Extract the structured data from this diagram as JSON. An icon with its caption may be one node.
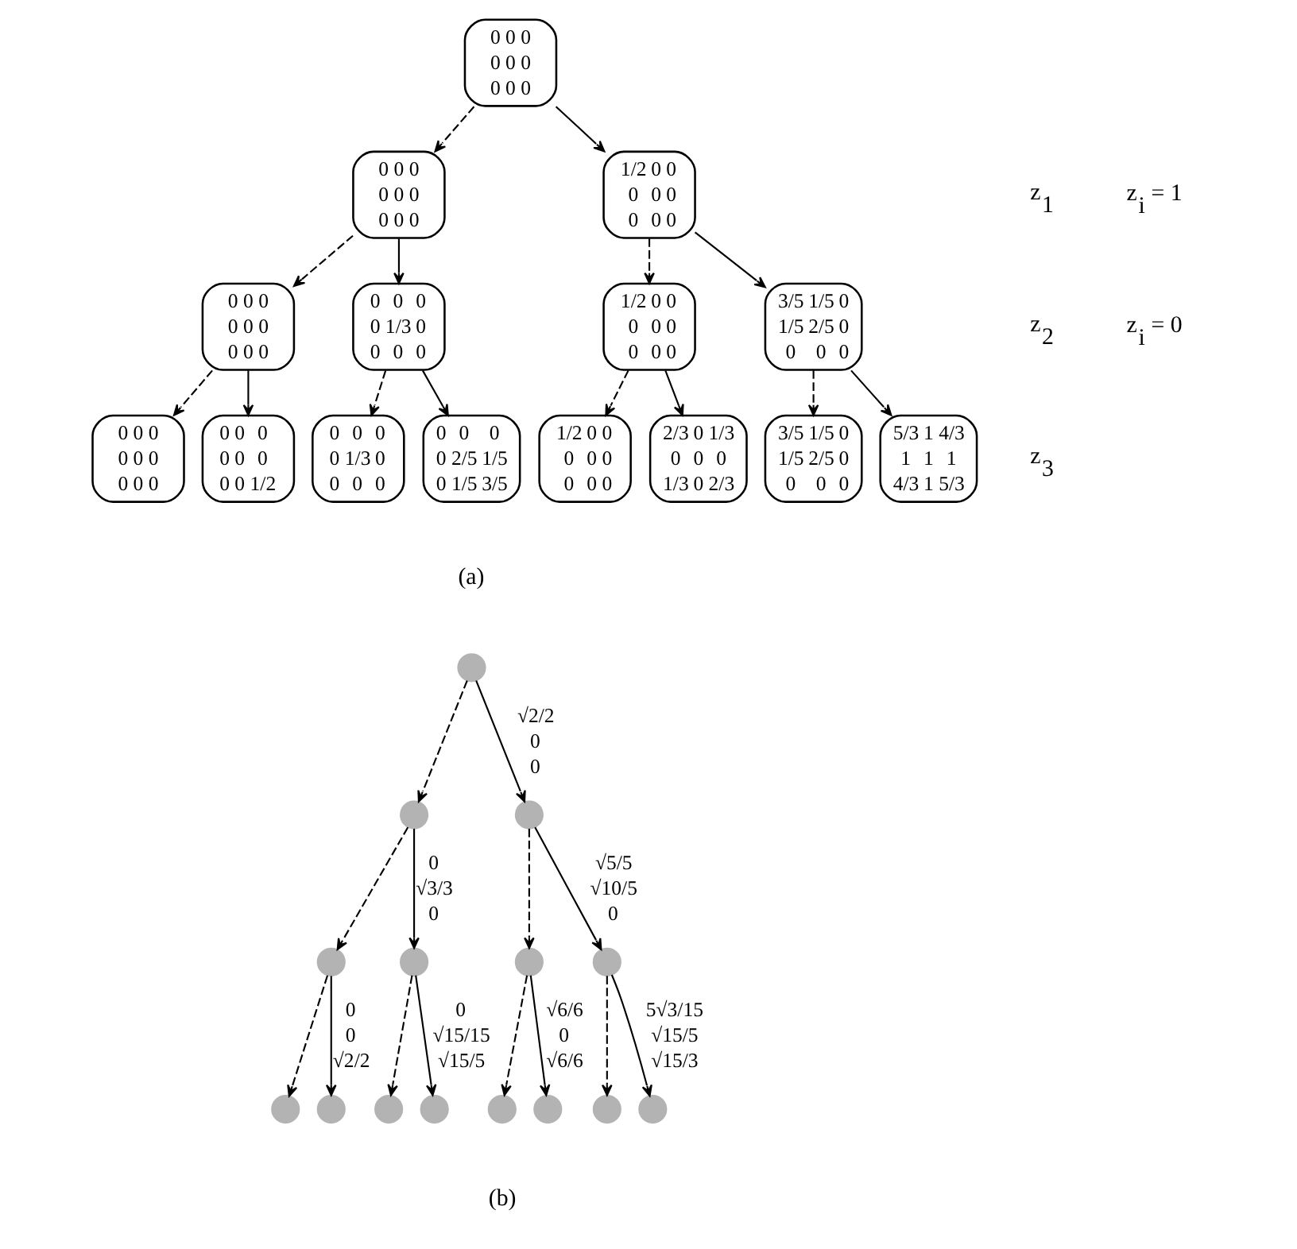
{
  "diagram": {
    "nodes": [
      {
        "text": [
          "0 0 0 0 0 0 0 0 0"
        ]
      },
      {
        "text": [
          "0 0 0 0 0 0 0 0 0"
        ]
      },
      {
        "text": [
          "1/2 0 0 0 0 0 0 0 0"
        ]
      },
      {
        "text": [
          "0 0 0 0 0 0 0 0 0"
        ]
      },
      {
        "text": [
          "0 0 0 0 1/3 0 0 0 0"
        ]
      },
      {
        "text": [
          "1/2 0 0 0 0 0 0 0 0"
        ]
      },
      {
        "text": [
          "3/5 1/5 0 1/5 2/5 0 0 0 0"
        ]
      },
      {
        "text": [
          "0 0 0 0 0 0 0 0 0"
        ]
      },
      {
        "text": [
          "0 0 0 0 0 0 0 0 1/2"
        ]
      },
      {
        "text": [
          "0 0 0 0 1/3 0 0 0 0"
        ]
      },
      {
        "text": [
          "0 0 0 0 2/5 1/5 0 1/5 3/5"
        ]
      },
      {
        "text": [
          "1/2 0 0 0 0 0 0 0 0"
        ]
      },
      {
        "text": [
          "2/3 0 1/3 0 0 0 1/3 0 2/3"
        ]
      },
      {
        "text": [
          "3/5 1/5 0 1/5 2/5 0 0 0 0"
        ]
      },
      {
        "text": [
          "5/3 1 4/3 1 1 1 4/3 1 5/3"
        ]
      },
      {
        "text": [],
        "shape": "circle"
      },
      {
        "text": [],
        "shape": "circle"
      },
      {
        "text": [],
        "shape": "circle"
      },
      {
        "text": [],
        "shape": "circle"
      },
      {
        "text": [],
        "shape": "circle"
      },
      {
        "text": [],
        "shape": "circle"
      },
      {
        "text": [],
        "shape": "circle"
      },
      {
        "text": [],
        "shape": "circle"
      },
      {
        "text": [],
        "shape": "circle"
      },
      {
        "text": [],
        "shape": "circle"
      },
      {
        "text": [],
        "shape": "circle"
      },
      {
        "text": [],
        "shape": "circle"
      },
      {
        "text": [],
        "shape": "circle"
      },
      {
        "text": [],
        "shape": "circle"
      },
      {
        "text": [],
        "shape": "circle"
      }
    ],
    "edges": [
      {
        "from": 0,
        "to": 1,
        "arrow": "to",
        "style": "dashed"
      },
      {
        "from": 0,
        "to": 2,
        "arrow": "to"
      },
      {
        "from": 1,
        "to": 3,
        "arrow": "to",
        "style": "dashed"
      },
      {
        "from": 1,
        "to": 4,
        "arrow": "to"
      },
      {
        "from": 2,
        "to": 5,
        "arrow": "to",
        "style": "dashed"
      },
      {
        "from": 2,
        "to": 6,
        "arrow": "to"
      },
      {
        "from": 3,
        "to": 7,
        "arrow": "to",
        "style": "dashed"
      },
      {
        "from": 3,
        "to": 8,
        "arrow": "to"
      },
      {
        "from": 4,
        "to": 9,
        "arrow": "to",
        "style": "dashed"
      },
      {
        "from": 4,
        "to": 10,
        "arrow": "to"
      },
      {
        "from": 5,
        "to": 11,
        "arrow": "to",
        "style": "dashed"
      },
      {
        "from": 5,
        "to": 12,
        "arrow": "to"
      },
      {
        "from": 6,
        "to": 13,
        "arrow": "to",
        "style": "dashed"
      },
      {
        "from": 6,
        "to": 14,
        "arrow": "to"
      },
      {
        "from": 15,
        "to": 16,
        "arrow": "to",
        "style": "dashed"
      },
      {
        "from": 15,
        "to": 17,
        "arrow": "to",
        "label": "√2/2 0 0"
      },
      {
        "from": 16,
        "to": 18,
        "arrow": "to",
        "style": "dashed"
      },
      {
        "from": 16,
        "to": 19,
        "arrow": "to",
        "label": "0 √3/3 0"
      },
      {
        "from": 17,
        "to": 20,
        "arrow": "to",
        "style": "dashed"
      },
      {
        "from": 17,
        "to": 21,
        "arrow": "to",
        "label": "√5/5 √10/5 0"
      },
      {
        "from": 18,
        "to": 22,
        "arrow": "to",
        "style": "dashed"
      },
      {
        "from": 18,
        "to": 23,
        "arrow": "to",
        "label": "0 0 √2/2"
      },
      {
        "from": 19,
        "to": 24,
        "arrow": "to",
        "style": "dashed"
      },
      {
        "from": 19,
        "to": 25,
        "arrow": "to",
        "label": "0 √15/15 √15/5"
      },
      {
        "from": 20,
        "to": 26,
        "arrow": "to",
        "style": "dashed"
      },
      {
        "from": 20,
        "to": 27,
        "arrow": "to",
        "label": "√6/6 0 √6/6"
      },
      {
        "from": 21,
        "to": 28,
        "arrow": "to",
        "style": "dashed"
      },
      {
        "from": 21,
        "to": 29,
        "arrow": "to",
        "label": "5√3/15 √15/5 √15/3"
      }
    ],
    "labels": [
      "z$_{1}$",
      "z$_{2}$",
      "z$_{3}$",
      "(a)",
      "(b)"
    ],
    "legend": [
      {
        "text": "z$_{i}$ = 1"
      },
      {
        "text": "z$_{i}$ = 0"
      }
    ]
  }
}
